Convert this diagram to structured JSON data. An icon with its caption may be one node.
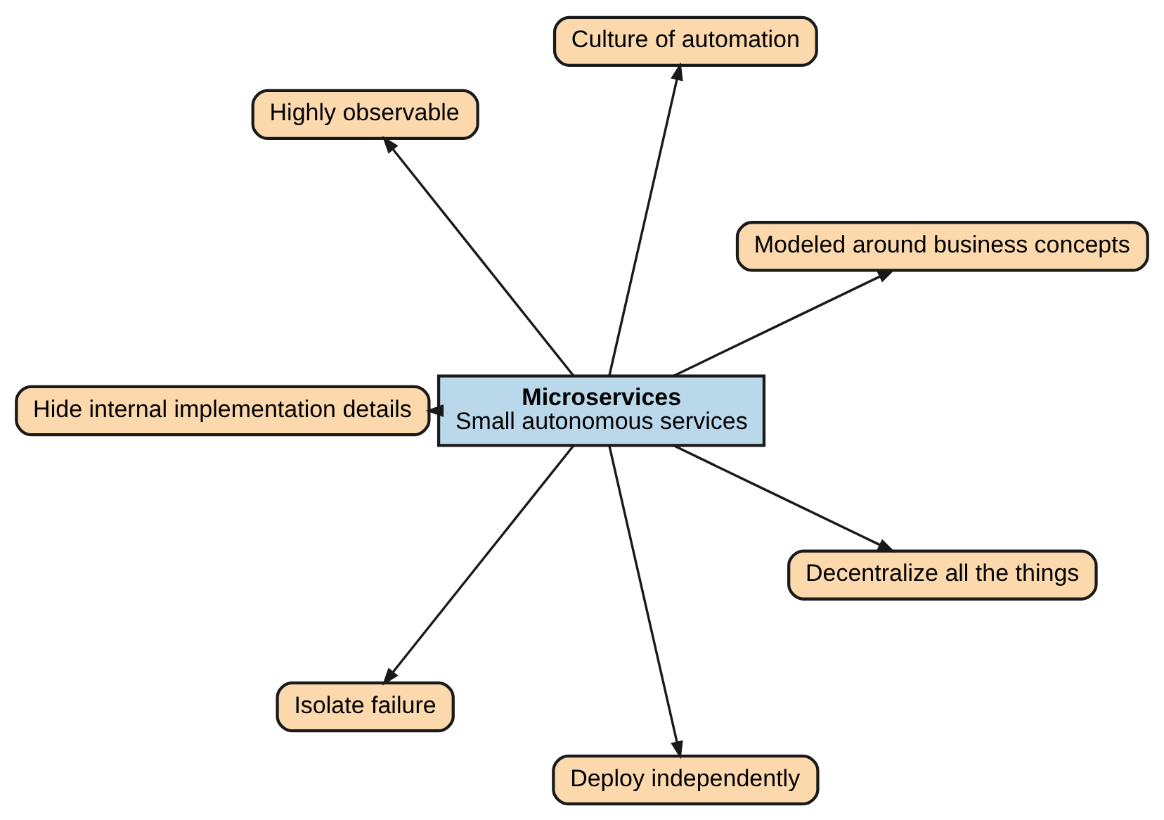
{
  "diagram": {
    "nodes": [
      {
        "text": [
          "Modeled around business concepts"
        ]
      },
      {
        "text": [
          "Culture of automation"
        ]
      },
      {
        "text": [
          "Highly observable"
        ]
      },
      {
        "text": [
          "Microservices",
          "Small autonomous services"
        ]
      },
      {
        "text": [
          "Hide internal implementation details"
        ]
      },
      {
        "text": [
          "Isolate failure"
        ]
      },
      {
        "text": [
          "Deploy independently"
        ]
      },
      {
        "text": [
          "Decentralize all the things"
        ]
      }
    ],
    "edges": [
      {
        "from": 3,
        "to": 0,
        "arrow": "to"
      },
      {
        "from": 3,
        "to": 1,
        "arrow": "to"
      },
      {
        "from": 3,
        "to": 4,
        "arrow": "to"
      },
      {
        "from": 3,
        "to": 7,
        "arrow": "to"
      },
      {
        "from": 3,
        "to": 6,
        "arrow": "to"
      },
      {
        "from": 3,
        "to": 5,
        "arrow": "to"
      },
      {
        "from": 3,
        "to": 2,
        "arrow": "to"
      }
    ]
  }
}
